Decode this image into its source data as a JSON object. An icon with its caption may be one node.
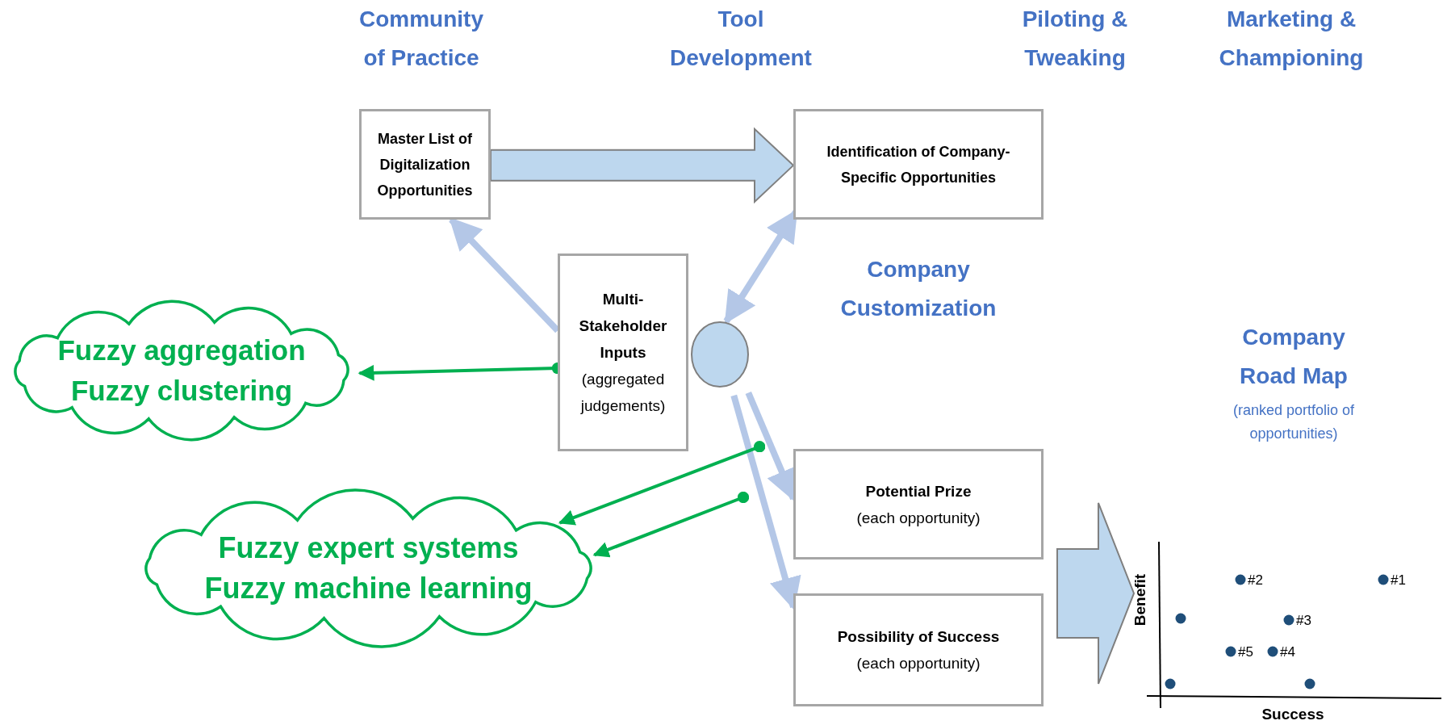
{
  "diagram": {
    "nodes": [
      {
        "text": [
          "Master List of Digitalization Opportunities"
        ]
      },
      {
        "text": [
          "Identification of Company-Specific Opportunities"
        ]
      },
      {
        "text": [
          "Multi-Stakeholder Inputs",
          "(aggregated judgements)"
        ]
      },
      {
        "text": [],
        "shape": "circle"
      },
      {
        "text": [
          "Potential Prize",
          "(each opportunity)"
        ]
      },
      {
        "text": [
          "Possibility of Success",
          "(each opportunity)"
        ]
      },
      {
        "text": [
          "Fuzzy aggregation",
          "Fuzzy clustering"
        ]
      },
      {
        "text": [
          "Fuzzy expert systems",
          "Fuzzy machine learning"
        ]
      },
      {
        "text": [],
        "shape": "picture"
      }
    ],
    "edges": [
      {
        "from": 0,
        "to": 1,
        "arrow": "to",
        "style": "thick"
      },
      {
        "from": 2,
        "to": 0,
        "arrow": "to"
      },
      {
        "from": 3,
        "to": 1,
        "arrow": "both"
      },
      {
        "from": 3,
        "to": 4,
        "arrow": "to"
      },
      {
        "from": 3,
        "to": 5,
        "arrow": "to"
      },
      {
        "from": 2,
        "to": 6,
        "arrow": "to",
        "color": "#00b050"
      },
      {
        "from": 4,
        "to": 7,
        "arrow": "to",
        "color": "#00b050"
      },
      {
        "from": null,
        "to": 7,
        "arrow": "to",
        "color": "#00b050"
      },
      {
        "from": null,
        "to": 8,
        "arrow": "to",
        "style": "thick"
      }
    ],
    "labels": [
      "Community of Practice",
      "Tool Development",
      "Piloting & Tweaking",
      "Marketing & Championing",
      "Company Customization",
      "Company Road Map",
      "(ranked portfolio of opportunities)",
      "#2",
      "#1",
      "Benefit",
      "#3",
      "#5",
      "#4",
      "Success"
    ]
  }
}
